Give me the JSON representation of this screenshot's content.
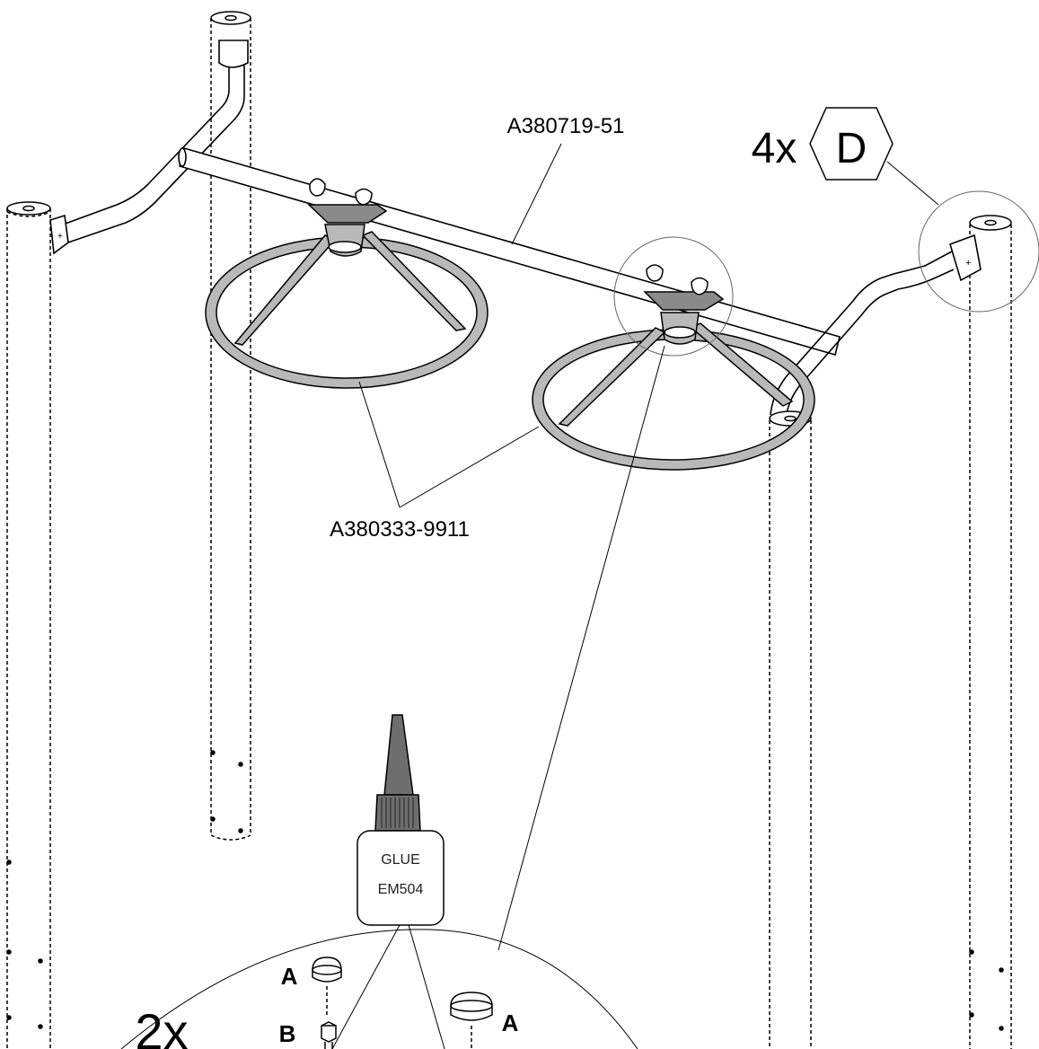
{
  "diagram": {
    "parts": {
      "crossbar": "A380719-51",
      "ring_frame": "A380333-9911"
    },
    "hardware_callout": {
      "quantity": "4x",
      "letter": "D"
    },
    "detail_callout": {
      "quantity": "2x",
      "cap_a_left": "A",
      "cap_a_right": "A",
      "nut_b": "B"
    },
    "glue_bottle": {
      "line1": "GLUE",
      "line2": "EM504"
    },
    "colors": {
      "line": "#000000",
      "ring_fill": "#b9b9b9",
      "bottle_nozzle": "#6e6e6e",
      "hub_fill": "#8a8a8a",
      "background": "#ffffff"
    }
  }
}
